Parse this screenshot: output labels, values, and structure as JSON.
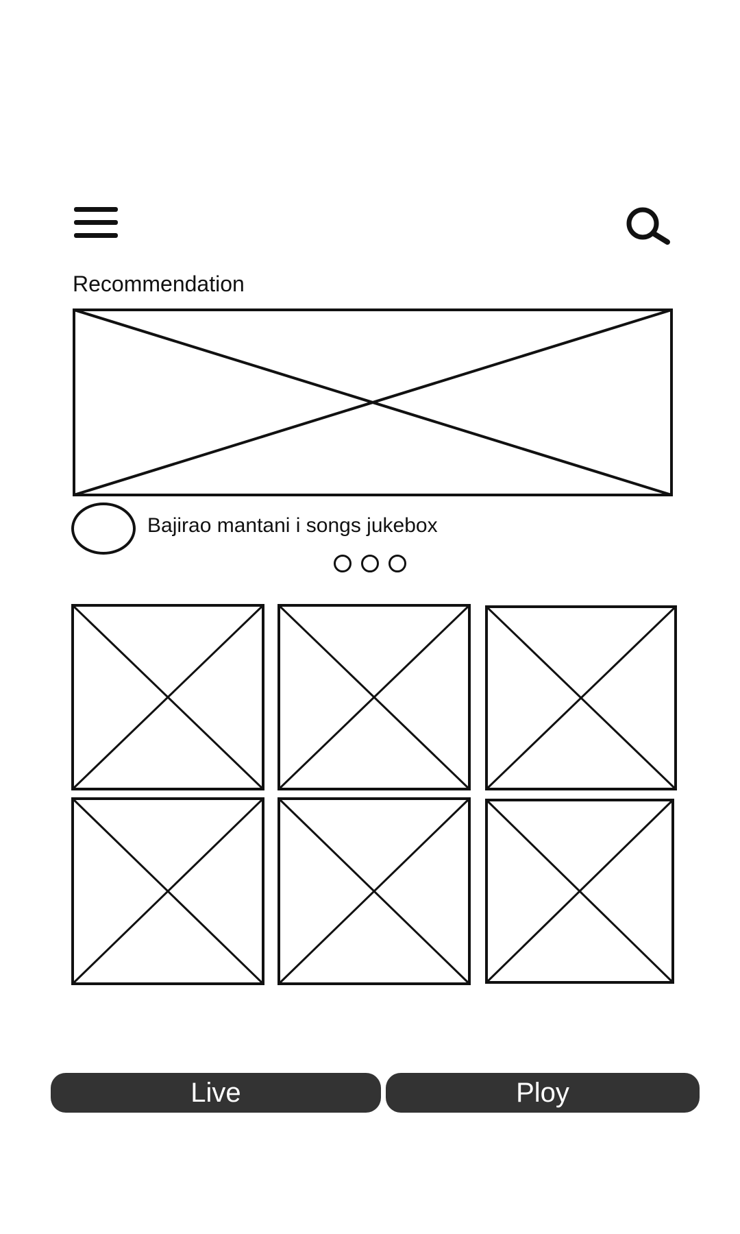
{
  "header": {
    "menu_icon": "hamburger-menu-icon",
    "search_icon": "search-icon"
  },
  "recommendation": {
    "title": "Recommendation",
    "featured": {
      "channel_avatar": "avatar-placeholder",
      "video_title": "Bajirao mantani i songs jukebox"
    },
    "carousel": {
      "page_count": 3
    }
  },
  "grid": {
    "rows": 2,
    "columns": 3,
    "items": [
      "image-placeholder",
      "image-placeholder",
      "image-placeholder",
      "image-placeholder",
      "image-placeholder",
      "image-placeholder"
    ]
  },
  "bottom_bar": {
    "live_label": "Live",
    "play_label": "Ploy",
    "button_color": "#333333",
    "text_color": "#ffffff"
  }
}
